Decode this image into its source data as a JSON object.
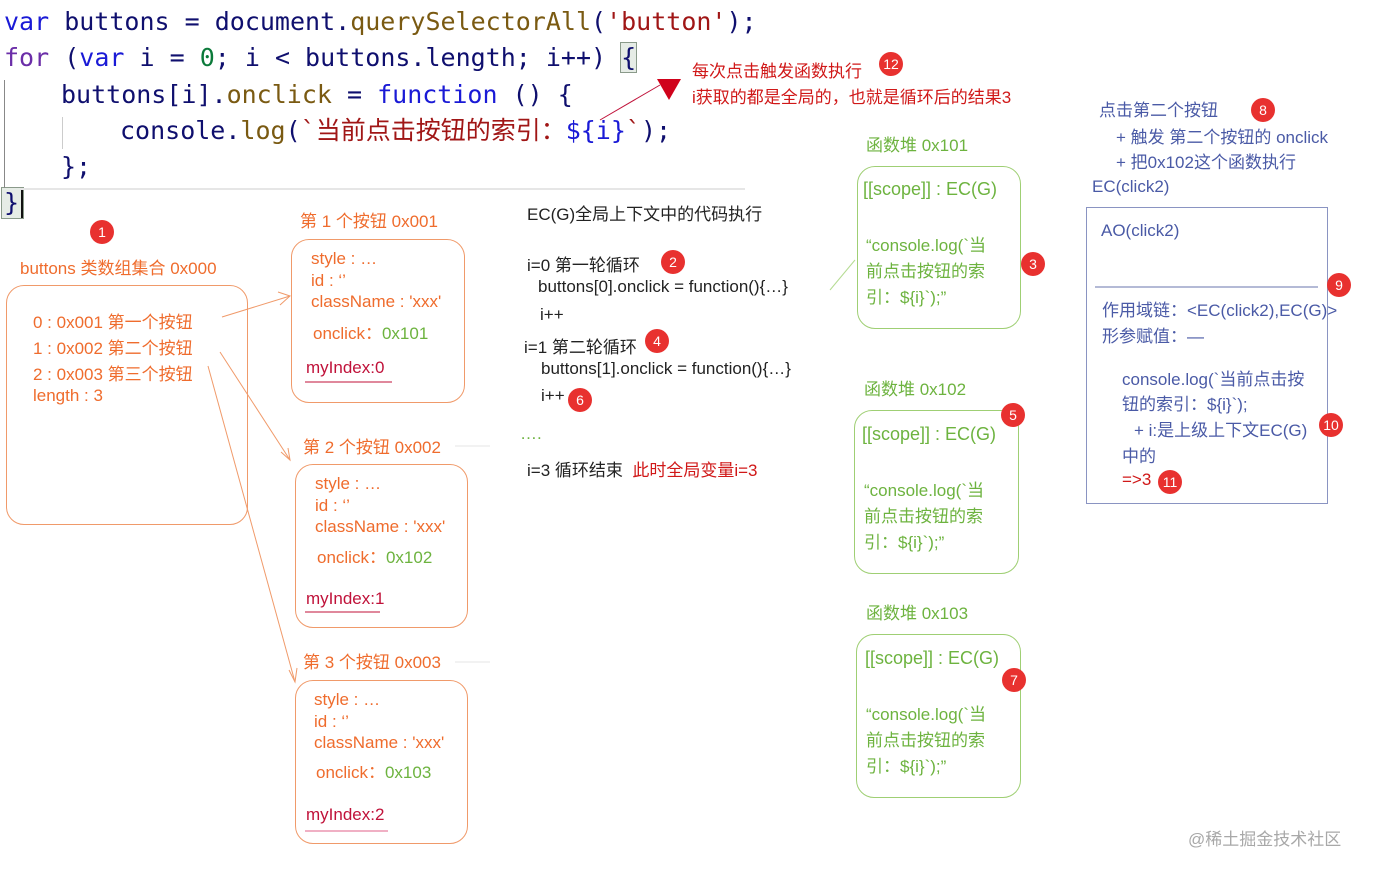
{
  "code": {
    "line1": {
      "kw": "var",
      "name": " buttons = document.",
      "fn": "querySelectorAll",
      "open": "(",
      "str": "'button'",
      "close": ");"
    },
    "line2": {
      "kw": "for",
      "a": " (",
      "kw2": "var",
      "b": " i = ",
      "num": "0",
      "c": "; i < buttons.length; i++) ",
      "brace": "{"
    },
    "line3": {
      "a": "buttons[i].",
      "fn": "onclick",
      "b": " = ",
      "kw": "function",
      "c": " () {"
    },
    "line4": {
      "a": "console.",
      "fn": "log",
      "b": "(",
      "str": "`当前点击按钮的索引：",
      "interp": "${i}",
      "str2": "`",
      "c": ");"
    },
    "line5": "};",
    "line6": "}"
  },
  "annotation_top": {
    "line1": "每次点击触发函数执行",
    "line2": "i获取的都是全局的，也就是循环后的结果3"
  },
  "buttons_collection": {
    "title": "buttons 类数组集合 0x000",
    "items": [
      "0 : 0x001  第一个按钮",
      "1 : 0x002  第二个按钮",
      "2 : 0x003  第三个按钮",
      "length : 3"
    ]
  },
  "button_objects": [
    {
      "title": "第 1 个按钮 0x001",
      "style": "style : …",
      "id": "id : ‘’",
      "className": "className : 'xxx'",
      "onclick_label": "onclick：",
      "onclick_value": "0x101",
      "myIndex": "myIndex:0"
    },
    {
      "title": "第 2 个按钮 0x002",
      "style": "style : …",
      "id": "id : ‘’",
      "className": "className : 'xxx'",
      "onclick_label": "onclick：",
      "onclick_value": "0x102",
      "myIndex": "myIndex:1"
    },
    {
      "title": "第 3 个按钮 0x003",
      "style": "style : …",
      "id": "id : ‘’",
      "className": "className : 'xxx'",
      "onclick_label": "onclick：",
      "onclick_value": "0x103",
      "myIndex": "myIndex:2"
    }
  ],
  "global_exec": {
    "title": "EC(G)全局上下文中的代码执行",
    "lines": [
      "i=0  第一轮循环",
      "buttons[0].onclick = function(){…}",
      "i++",
      "i=1 第二轮循环",
      "buttons[1].onclick = function(){…}",
      "i++",
      "….",
      "i=3  循环结束"
    ],
    "end_note": "此时全局变量i=3"
  },
  "function_heaps": [
    {
      "title": "函数堆 0x101",
      "scope": "[[scope]] : EC(G)",
      "body": [
        "“console.log(`当",
        "前点击按钮的索",
        "引：${i}`);”"
      ]
    },
    {
      "title": "函数堆 0x102",
      "scope": "[[scope]] : EC(G)",
      "body": [
        "“console.log(`当",
        "前点击按钮的索",
        "引：${i}`);”"
      ]
    },
    {
      "title": "函数堆 0x103",
      "scope": "[[scope]] : EC(G)",
      "body": [
        "“console.log(`当",
        "前点击按钮的索",
        "引：${i}`);”"
      ]
    }
  ],
  "click_context": {
    "heading": "点击第二个按钮",
    "sub1": "+ 触发 第二个按钮的 onclick",
    "sub2": "+ 把0x102这个函数执行",
    "ec_label": "EC(click2)",
    "ao_label": "AO(click2)",
    "scope_chain": "作用域链：<EC(click2),EC(G)>",
    "params": "形参赋值：—",
    "log1": "console.log(`当前点击按",
    "log2": "钮的索引：${i}`);",
    "note1": "+ i:是上级上下文EC(G)",
    "note2": "中的",
    "result": "=>3"
  },
  "badges": [
    "1",
    "2",
    "3",
    "4",
    "5",
    "6",
    "7",
    "8",
    "9",
    "10",
    "11",
    "12"
  ],
  "watermark": "@稀土掘金技术社区",
  "colors": {
    "orange": "#ef6c2d",
    "green": "#6db33f",
    "red": "#d01818",
    "blue": "#4a5aa6",
    "badge": "#e8312f"
  }
}
